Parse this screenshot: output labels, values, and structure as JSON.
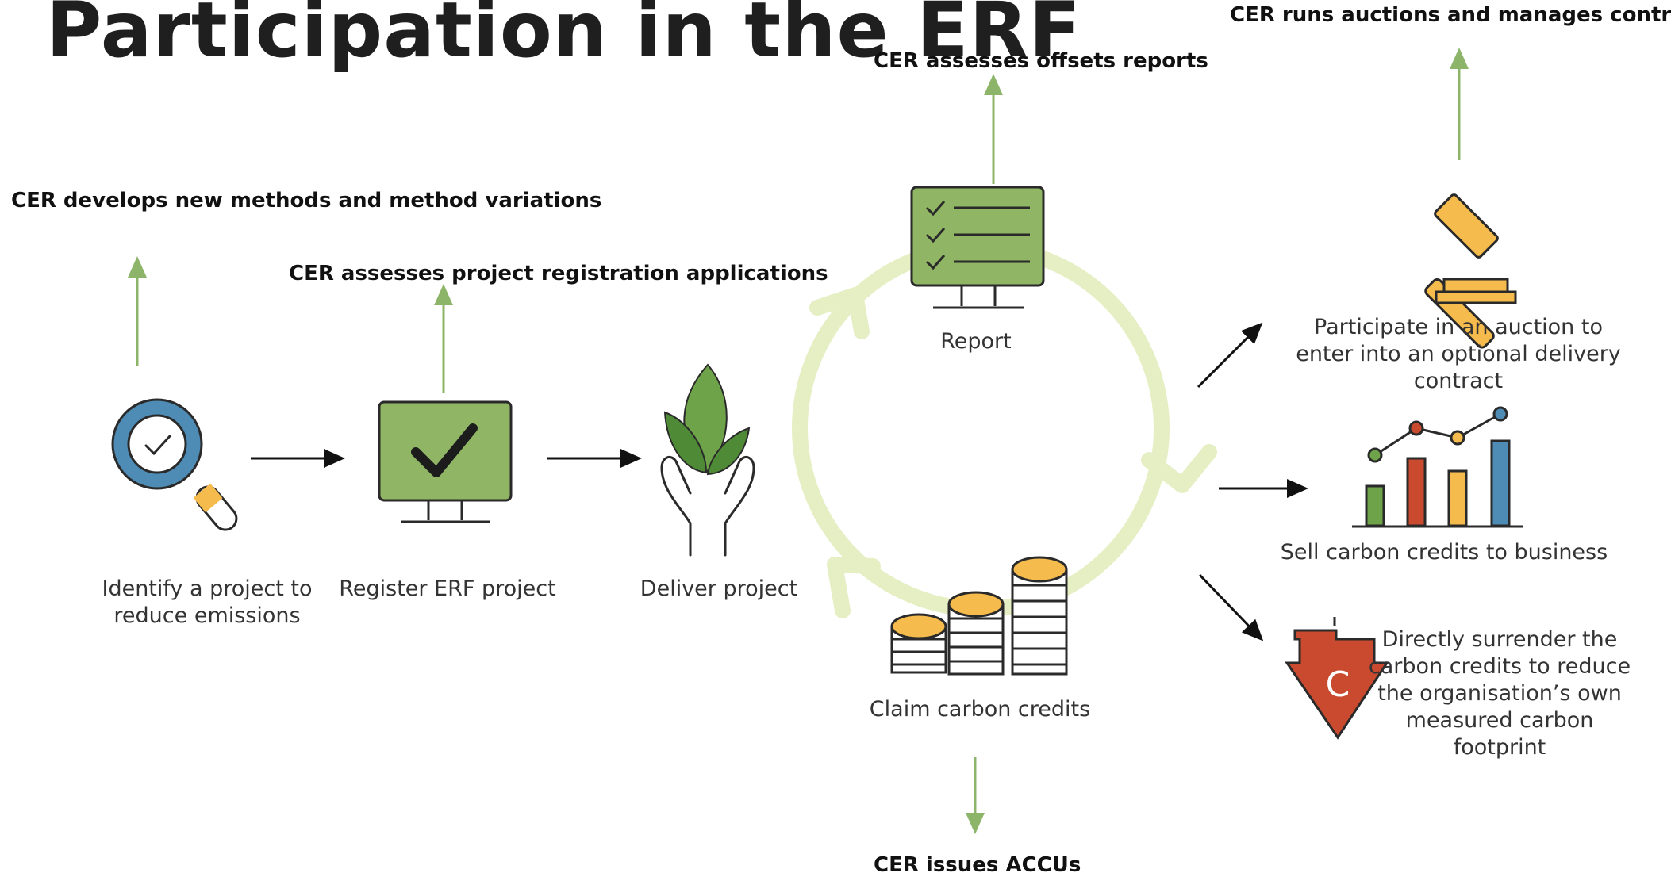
{
  "title": "Participation in the ERF",
  "cer_notes": {
    "methods": "CER develops new methods and method variations",
    "registration": "CER assesses project registration applications",
    "offsets_reports": "CER assesses offsets reports",
    "auctions": "CER runs auctions and manages contracts",
    "issues": "CER issues ACCUs"
  },
  "steps": {
    "identify": "Identify a project to reduce emissions",
    "register": "Register ERF project",
    "deliver": "Deliver project",
    "report": "Report",
    "claim": "Claim carbon credits"
  },
  "outcomes": {
    "auction": "Participate in an auction to enter into an optional delivery contract",
    "sell": "Sell carbon credits to business",
    "surrender": "Directly surrender the carbon credits to reduce the organisation’s own measured carbon footprint"
  },
  "icons": {
    "identify": "magnifier-check-icon",
    "register": "monitor-check-icon",
    "deliver": "hands-plant-icon",
    "report": "monitor-checklist-icon",
    "claim": "coin-stacks-icon",
    "auction": "gavel-icon",
    "sell": "bar-chart-icon",
    "surrender": "carbon-arrow-down-icon",
    "surrender_letter": "C"
  },
  "colors": {
    "green_arrow": "#8db56a",
    "cycle": "#e6efc3",
    "monitor_green": "#8fb565",
    "gold": "#f6bb4d",
    "blue": "#4e8cb6",
    "red": "#c94a2f",
    "dark": "#2a2a2a"
  }
}
